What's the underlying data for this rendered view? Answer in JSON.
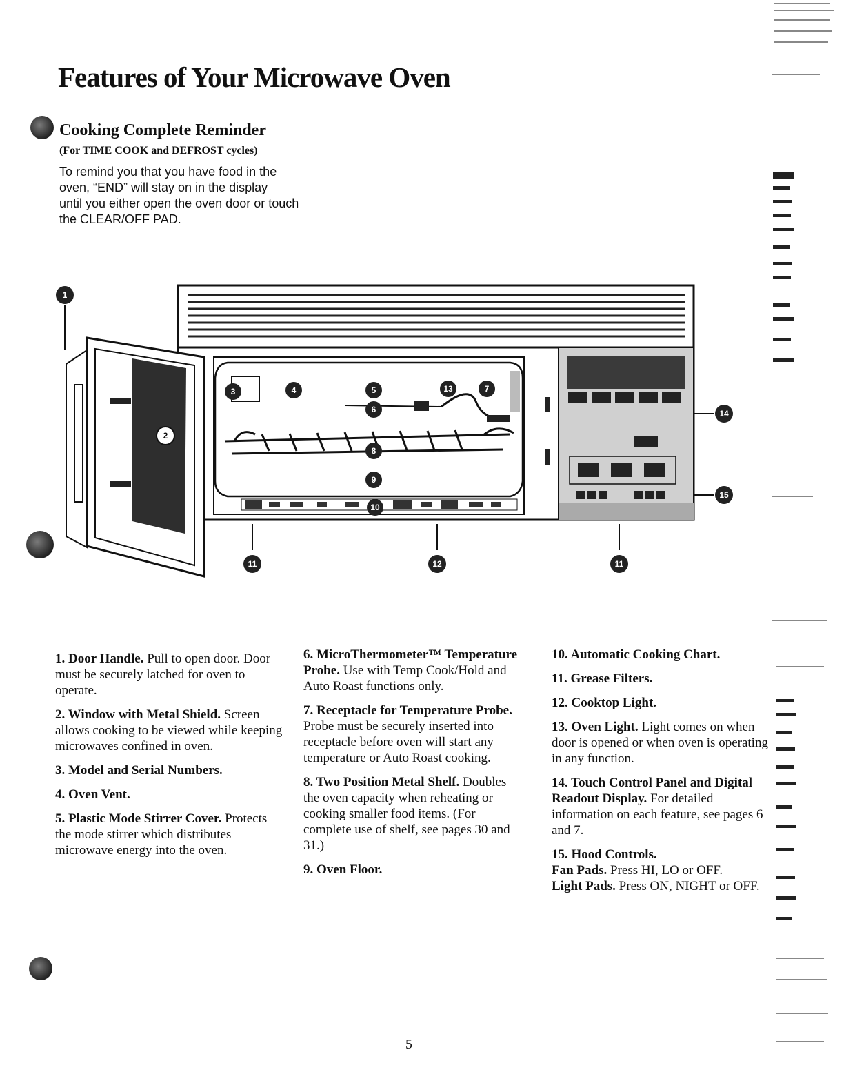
{
  "page": {
    "title": "Features of Your Microwave Oven",
    "page_number": "5"
  },
  "reminder": {
    "heading": "Cooking Complete Reminder",
    "subheading": "(For TIME COOK and DEFROST cycles)",
    "body_lines": [
      "To remind you that you have food in the",
      "oven, “END” will stay on in the display",
      "until you either open the oven door or touch",
      "the CLEAR/OFF PAD."
    ]
  },
  "diagram": {
    "callouts": [
      "1",
      "2",
      "3",
      "4",
      "5",
      "6",
      "7",
      "8",
      "9",
      "10",
      "11",
      "12",
      "13",
      "14",
      "15",
      "11"
    ]
  },
  "features": {
    "col1": [
      {
        "title": "1. Door Handle.",
        "text": " Pull to open door. Door must be securely latched for oven to operate."
      },
      {
        "title": "2. Window with Metal Shield.",
        "text": " Screen allows cooking to be viewed while keeping microwaves confined in oven."
      },
      {
        "title": "3. Model and Serial Numbers.",
        "text": ""
      },
      {
        "title": "4. Oven Vent.",
        "text": ""
      },
      {
        "title": "5. Plastic Mode Stirrer Cover.",
        "text": " Protects the mode stirrer which distributes microwave energy into the oven."
      }
    ],
    "col2": [
      {
        "title": "6. MicroThermometer™ Temperature Probe.",
        "text": " Use with Temp Cook/Hold and Auto Roast functions only."
      },
      {
        "title": "7. Receptacle for Temperature Probe.",
        "text": " Probe must be securely inserted into receptacle before oven will start any temperature or Auto Roast cooking."
      },
      {
        "title": "8. Two Position Metal Shelf.",
        "text": " Doubles the oven capacity when reheating or cooking smaller food items. (For complete use of shelf, see pages 30 and 31.)"
      },
      {
        "title": "9. Oven Floor.",
        "text": ""
      }
    ],
    "col3": [
      {
        "title": "10. Automatic Cooking Chart.",
        "text": ""
      },
      {
        "title": "11. Grease Filters.",
        "text": ""
      },
      {
        "title": "12. Cooktop Light.",
        "text": ""
      },
      {
        "title": "13. Oven Light.",
        "text": " Light comes on when door is opened or when oven is operating in any function."
      },
      {
        "title": "14. Touch Control Panel and Digital Readout Display.",
        "text": " For detailed information on each feature, see pages 6 and 7."
      },
      {
        "title": "15. Hood Controls.",
        "text": ""
      }
    ],
    "hood": [
      {
        "title": "Fan Pads.",
        "text": " Press HI, LO or OFF."
      },
      {
        "title": "Light Pads.",
        "text": " Press ON, NIGHT or OFF."
      }
    ]
  }
}
